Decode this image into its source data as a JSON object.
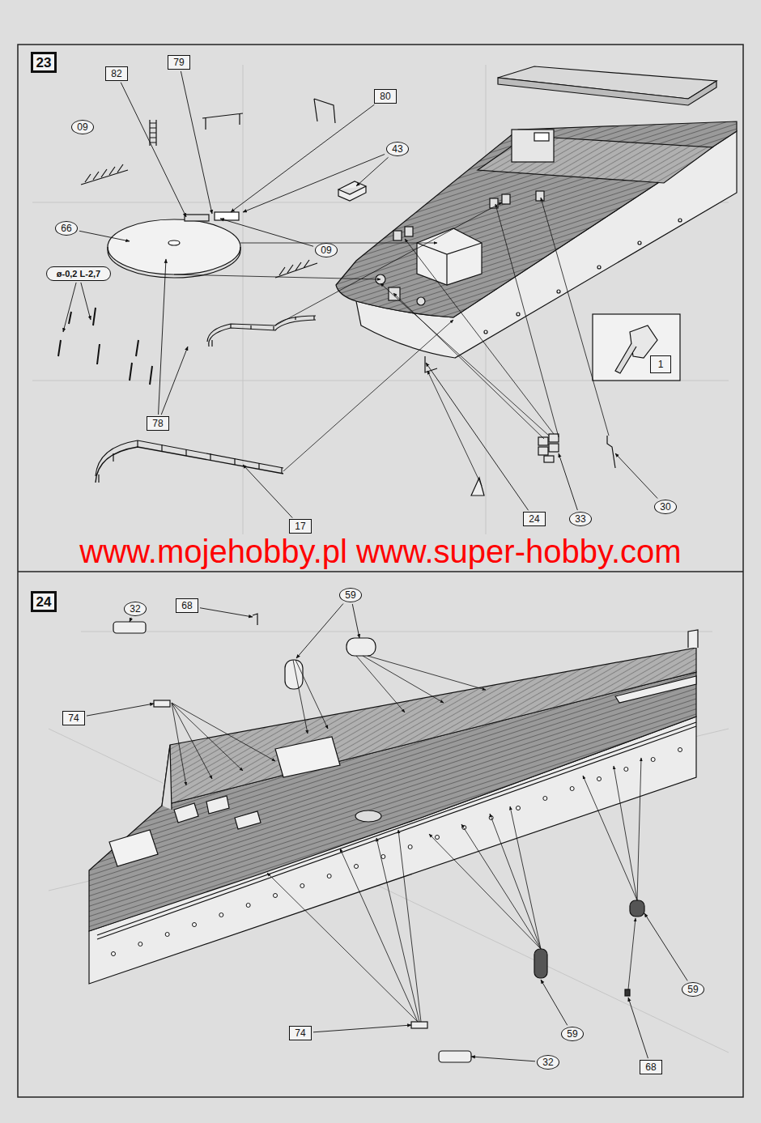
{
  "diagram": {
    "nodes": [
      {
        "text": [
          "23"
        ]
      },
      {
        "text": [
          "82"
        ]
      },
      {
        "text": [
          "79"
        ]
      },
      {
        "text": [
          "80"
        ]
      },
      {
        "text": [
          "09"
        ]
      },
      {
        "text": [
          "43"
        ]
      },
      {
        "text": [
          "66"
        ]
      },
      {
        "text": [
          "ø-0,2 L-2,7"
        ]
      },
      {
        "text": [
          "09"
        ]
      },
      {
        "text": [
          "1"
        ]
      },
      {
        "text": [
          "78"
        ]
      },
      {
        "text": [
          "17"
        ]
      },
      {
        "text": [
          "24"
        ]
      },
      {
        "text": [
          "33"
        ]
      },
      {
        "text": [
          "30"
        ]
      },
      {
        "text": [
          "24"
        ]
      },
      {
        "text": [
          "32"
        ]
      },
      {
        "text": [
          "68"
        ]
      },
      {
        "text": [
          "59"
        ]
      },
      {
        "text": [
          "74"
        ]
      },
      {
        "text": [
          "74"
        ]
      },
      {
        "text": [
          "59"
        ]
      },
      {
        "text": [
          "59"
        ]
      },
      {
        "text": [
          "32"
        ]
      },
      {
        "text": [
          "68"
        ]
      }
    ],
    "labels": [
      "www.mojehobby.pl www.super-hobby.com"
    ]
  }
}
